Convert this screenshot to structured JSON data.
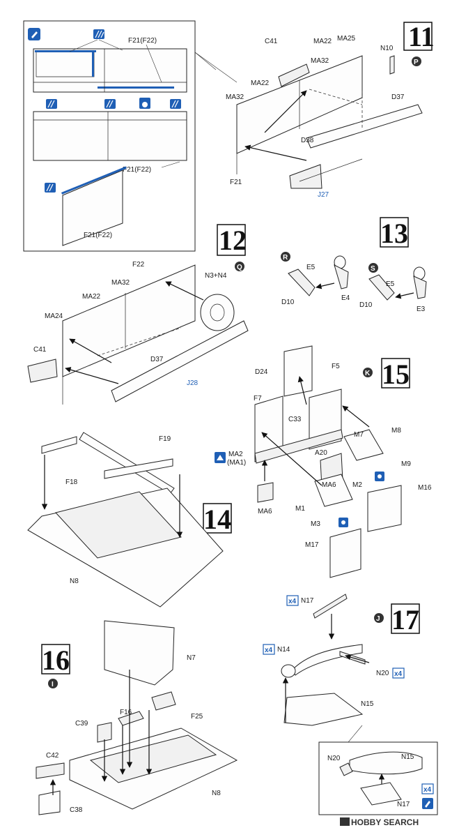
{
  "watermark": "HOBBY SEARCH",
  "steps": [
    {
      "number": "11",
      "letter": "P"
    },
    {
      "number": "12",
      "letter": "Q"
    },
    {
      "number": "13",
      "variants": [
        "R",
        "S"
      ]
    },
    {
      "number": "14"
    },
    {
      "number": "15",
      "letter": "K"
    },
    {
      "number": "16",
      "letter": "I"
    },
    {
      "number": "17",
      "letter": "J"
    }
  ],
  "labels": {
    "f21_f22": "F21(F22)",
    "c41": "C41",
    "ma22": "MA22",
    "ma25": "MA25",
    "n10": "N10",
    "ma32": "MA32",
    "d37": "D37",
    "d38": "D38",
    "f21": "F21",
    "j27": "J27",
    "f22": "F22",
    "n3n4": "N3+N4",
    "ma24": "MA24",
    "j28": "J28",
    "e5": "E5",
    "d10": "D10",
    "e4": "E4",
    "e3": "E3",
    "f19": "F19",
    "f18": "F18",
    "n8": "N8",
    "d24": "D24",
    "f5": "F5",
    "f7": "F7",
    "c33": "C33",
    "ma2": "MA2",
    "ma1": "(MA1)",
    "a20": "A20",
    "ma6": "MA6",
    "m2": "M2",
    "m1": "M1",
    "m3": "M3",
    "m7": "M7",
    "m8": "M8",
    "m9": "M9",
    "m16": "M16",
    "m17": "M17",
    "n7": "N7",
    "f16": "F16",
    "f25": "F25",
    "c39": "C39",
    "c42": "C42",
    "c38": "C38",
    "n17": "N17",
    "n14": "N14",
    "n15": "N15",
    "n20": "N20",
    "x4": "x4"
  }
}
